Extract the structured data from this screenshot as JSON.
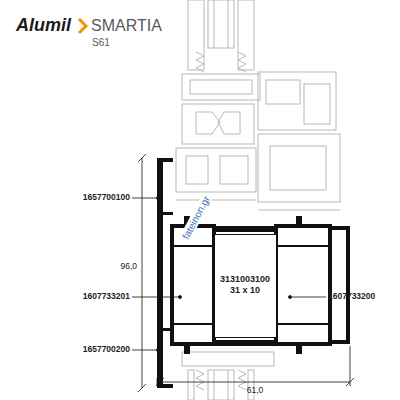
{
  "diagram": {
    "nodes": [
      {
        "text": [
          "3131003100",
          "31 x 10"
        ]
      }
    ],
    "labels": [
      "Alumil",
      "SMARTIA",
      "S61",
      "fateinon.gr",
      "1657700100",
      "96,0",
      "1607733201",
      "1657700200",
      "61,0",
      "1607733200"
    ]
  }
}
